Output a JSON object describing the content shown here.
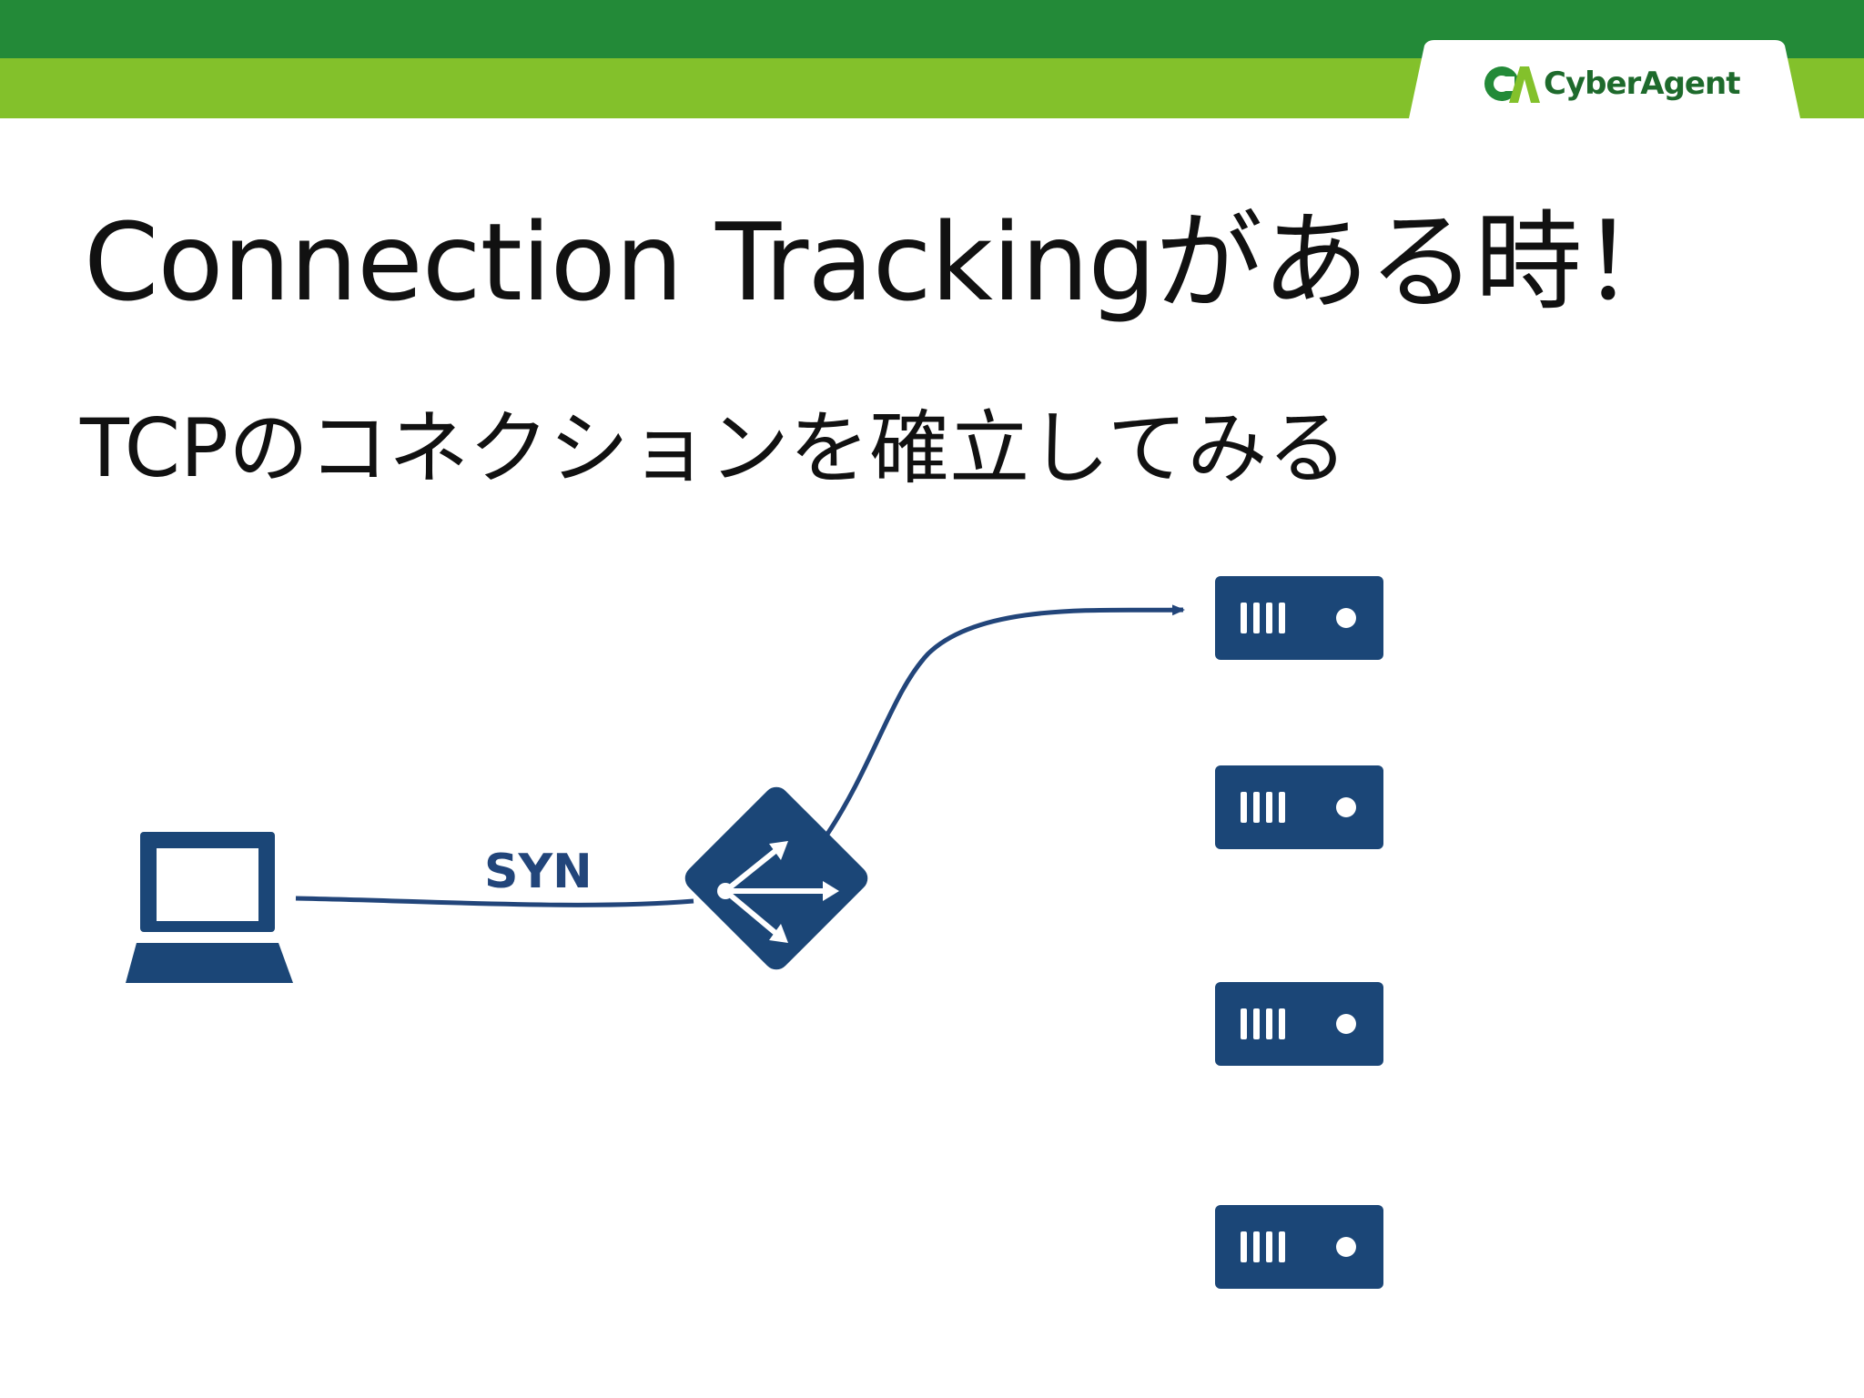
{
  "brand": {
    "logo_text": "CyberAgent",
    "primary_green": "#238a38",
    "light_green": "#83c12b",
    "logo_green": "#1e6a2c"
  },
  "slide": {
    "title": "Connection Trackingがある時！",
    "subtitle": "TCPのコネクションを確立してみる"
  },
  "diagram": {
    "icon_color": "#1b4677",
    "arrow_color": "#22457a",
    "client": {
      "icon": "laptop-icon"
    },
    "load_balancer": {
      "icon": "load-balancer-icon"
    },
    "servers": [
      {
        "icon": "server-icon"
      },
      {
        "icon": "server-icon"
      },
      {
        "icon": "server-icon"
      },
      {
        "icon": "server-icon"
      }
    ],
    "packet_label": "SYN"
  }
}
